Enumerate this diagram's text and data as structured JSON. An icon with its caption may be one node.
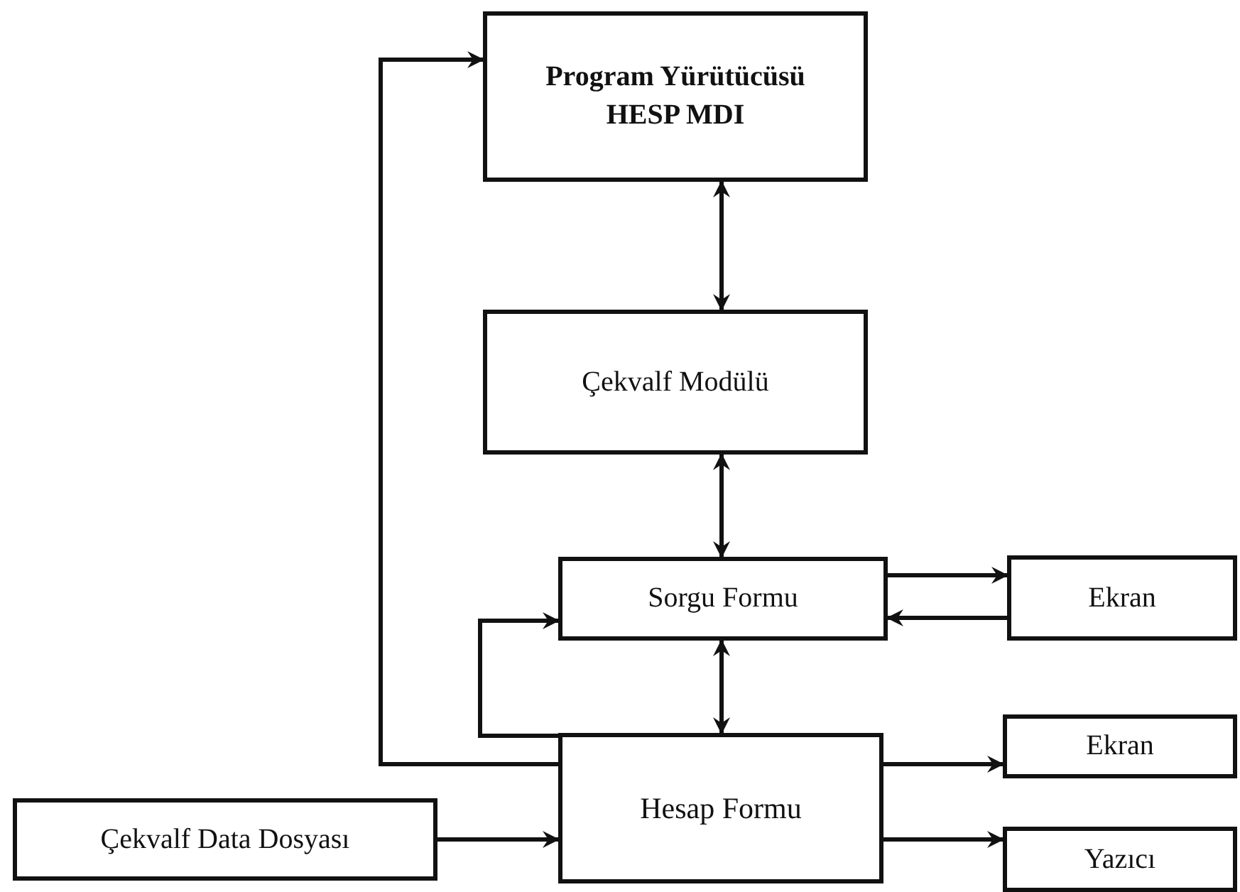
{
  "diagram": {
    "nodes": [
      {
        "text": [
          "Program Yürütücüsü HESP MDI"
        ]
      },
      {
        "text": [
          "Çekvalf Modülü"
        ]
      },
      {
        "text": [
          "Sorgu Formu"
        ]
      },
      {
        "text": [
          "Ekran"
        ]
      },
      {
        "text": [
          "Hesap Formu"
        ]
      },
      {
        "text": [
          "Ekran"
        ]
      },
      {
        "text": [
          "Yazıcı"
        ]
      },
      {
        "text": [
          "Çekvalf Data Dosyası"
        ]
      }
    ],
    "edges": [
      {
        "from": 1,
        "to": 0,
        "arrow": "both"
      },
      {
        "from": 2,
        "to": 1,
        "arrow": "both"
      },
      {
        "from": 4,
        "to": 2,
        "arrow": "both"
      },
      {
        "from": 2,
        "to": 3,
        "arrow": "to"
      },
      {
        "from": 3,
        "to": 2,
        "arrow": "to"
      },
      {
        "from": 4,
        "to": 0,
        "arrow": "to"
      },
      {
        "from": 4,
        "to": 2,
        "arrow": "to"
      },
      {
        "from": 4,
        "to": 5,
        "arrow": "to"
      },
      {
        "from": 4,
        "to": 6,
        "arrow": "to"
      },
      {
        "from": 7,
        "to": 4,
        "arrow": "to"
      }
    ]
  }
}
